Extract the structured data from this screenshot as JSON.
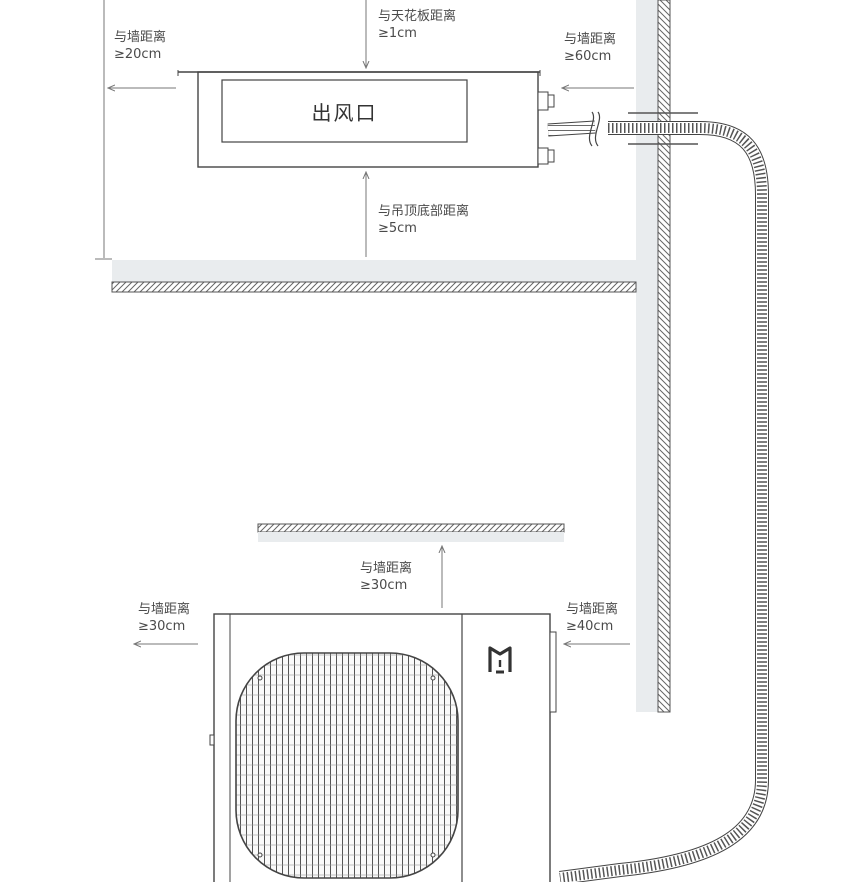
{
  "labels": {
    "ceiling_panel": {
      "line1": "与天花板距离",
      "line2": "≥1cm"
    },
    "left_wall_indoor": {
      "line1": "与墙距离",
      "line2": "≥20cm"
    },
    "right_wall_indoor": {
      "line1": "与墙距离",
      "line2": "≥60cm"
    },
    "ceiling_bottom": {
      "line1": "与吊顶底部距离",
      "line2": "≥5cm"
    },
    "top_wall_outdoor": {
      "line1": "与墙距离",
      "line2": "≥30cm"
    },
    "left_wall_outdoor": {
      "line1": "与墙距离",
      "line2": "≥30cm"
    },
    "right_wall_outdoor": {
      "line1": "与墙距离",
      "line2": "≥40cm"
    }
  },
  "indoor_unit": {
    "vent_label": "出风口"
  },
  "outdoor_unit": {
    "logo": "mi-home-logo"
  },
  "colors": {
    "line": "#4a4a4a",
    "wall_fill": "#e9ecee",
    "hatch": "#666666",
    "arrow": "#777777"
  }
}
